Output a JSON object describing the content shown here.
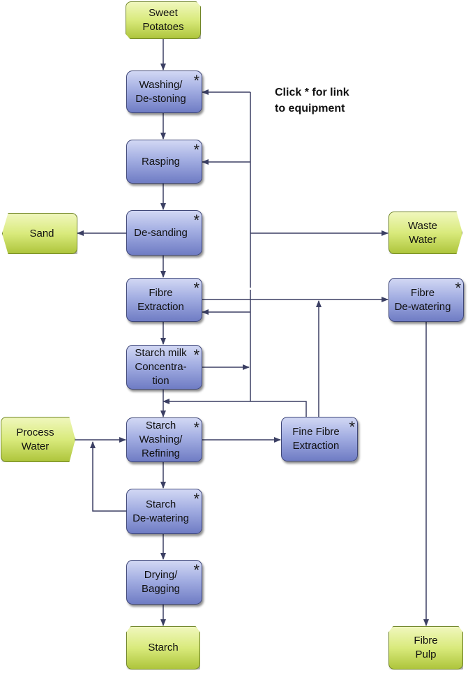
{
  "diagram": {
    "note": "Click * for link\nto equipment",
    "equipment_link_marker": "*",
    "nodes": [
      {
        "id": "sweet-potatoes",
        "kind": "terminal",
        "label": "Sweet\nPotatoes"
      },
      {
        "id": "washing",
        "kind": "process",
        "label": "Washing/\nDe-stoning"
      },
      {
        "id": "rasping",
        "kind": "process",
        "label": "Rasping"
      },
      {
        "id": "de-sanding",
        "kind": "process",
        "label": "De-sanding"
      },
      {
        "id": "sand",
        "kind": "terminal",
        "label": "Sand"
      },
      {
        "id": "waste-water",
        "kind": "terminal",
        "label": "Waste\nWater"
      },
      {
        "id": "fibre-extraction",
        "kind": "process",
        "label": "Fibre\nExtraction"
      },
      {
        "id": "fibre-dewatering",
        "kind": "process",
        "label": "Fibre\nDe-watering"
      },
      {
        "id": "starch-milk",
        "kind": "process",
        "label": "Starch milk\nConcentra-\ntion"
      },
      {
        "id": "process-water",
        "kind": "terminal",
        "label": "Process\nWater"
      },
      {
        "id": "starch-washing",
        "kind": "process",
        "label": "Starch\nWashing/\nRefining"
      },
      {
        "id": "fine-fibre",
        "kind": "process",
        "label": "Fine Fibre\nExtraction"
      },
      {
        "id": "starch-dewatering",
        "kind": "process",
        "label": "Starch\nDe-watering"
      },
      {
        "id": "drying",
        "kind": "process",
        "label": "Drying/\nBagging"
      },
      {
        "id": "starch",
        "kind": "terminal",
        "label": "Starch"
      },
      {
        "id": "fibre-pulp",
        "kind": "terminal",
        "label": "Fibre\nPulp"
      }
    ],
    "edges": [
      {
        "from": "sweet-potatoes",
        "to": "washing"
      },
      {
        "from": "washing",
        "to": "rasping"
      },
      {
        "from": "rasping",
        "to": "de-sanding"
      },
      {
        "from": "de-sanding",
        "to": "sand"
      },
      {
        "from": "de-sanding",
        "to": "fibre-extraction"
      },
      {
        "from": "fibre-extraction",
        "to": "starch-milk"
      },
      {
        "from": "fibre-extraction",
        "to": "fibre-dewatering"
      },
      {
        "from": "starch-milk",
        "to": "starch-washing"
      },
      {
        "from": "starch-milk",
        "to": "washing"
      },
      {
        "from": "starch-milk",
        "to": "rasping"
      },
      {
        "from": "starch-milk",
        "to": "waste-water"
      },
      {
        "from": "process-water",
        "to": "starch-washing"
      },
      {
        "from": "starch-washing",
        "to": "fine-fibre"
      },
      {
        "from": "starch-washing",
        "to": "starch-dewatering"
      },
      {
        "from": "starch-dewatering",
        "to": "starch-washing"
      },
      {
        "from": "fine-fibre",
        "to": "fibre-extraction"
      },
      {
        "from": "fine-fibre",
        "to": "fibre-dewatering"
      },
      {
        "from": "fine-fibre",
        "to": "starch-washing"
      },
      {
        "from": "starch-dewatering",
        "to": "drying"
      },
      {
        "from": "drying",
        "to": "starch"
      },
      {
        "from": "fibre-dewatering",
        "to": "fibre-pulp"
      }
    ]
  }
}
